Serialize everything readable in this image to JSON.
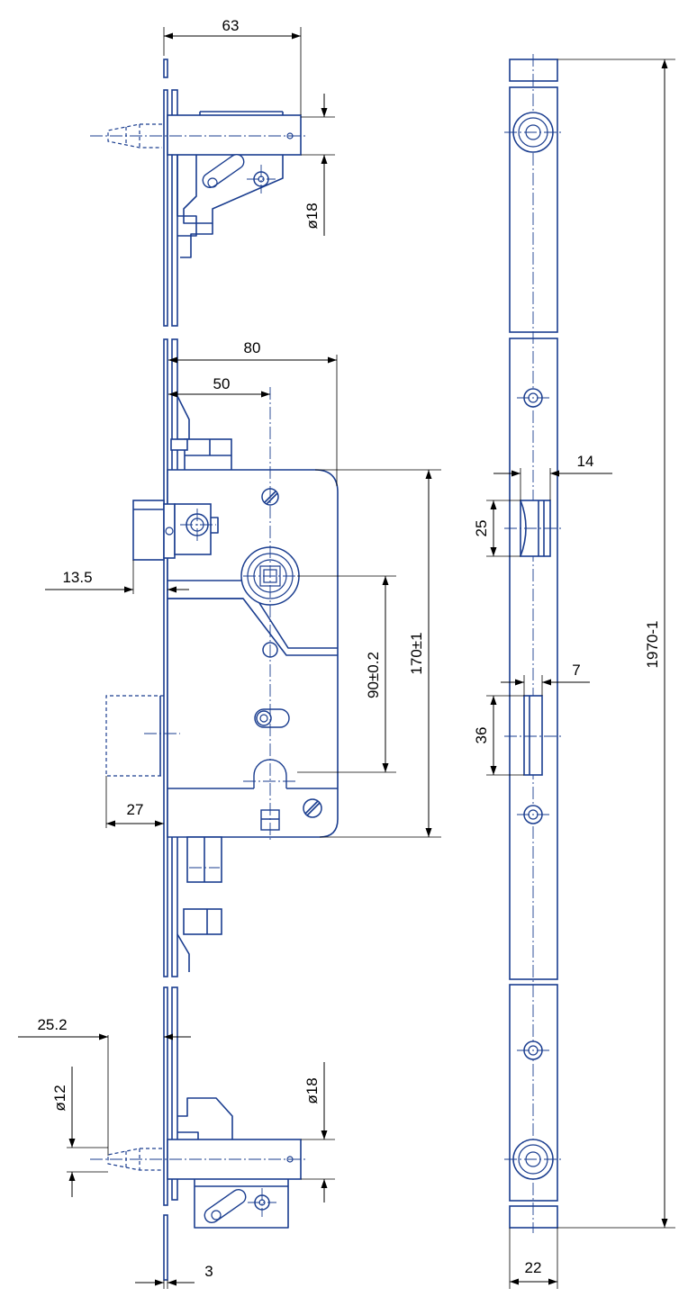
{
  "dimensions": {
    "top_bolt_length": "63",
    "top_bolt_diameter": "ø18",
    "lock_depth": "80",
    "backset": "50",
    "latch_projection": "13.5",
    "deadbolt_projection": "27",
    "bottom_bolt_offset": "25.2",
    "bottom_bolt_diameter": "ø12",
    "bottom_bolt_head_diameter": "ø18",
    "faceplate_thickness": "3",
    "spindle_to_cylinder": "90±0.2",
    "case_height": "170±1",
    "latch_width": "14",
    "latch_height": "25",
    "deadbolt_width": "7",
    "deadbolt_height": "36",
    "total_length": "1970-1",
    "faceplate_width": "22"
  }
}
